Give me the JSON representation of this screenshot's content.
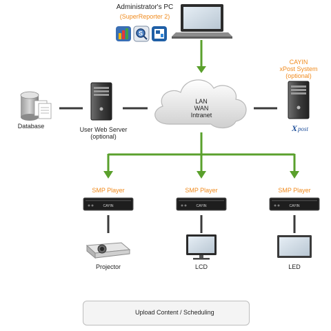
{
  "admin_pc": {
    "title": "Administrator's PC",
    "subtitle": "(SuperReporter 2)",
    "icons": [
      "chart-app-icon",
      "search-app-icon",
      "report-app-icon"
    ]
  },
  "database": {
    "label": "Database"
  },
  "web_server": {
    "label": "User Web Server",
    "note": "(optional)"
  },
  "network": {
    "line1": "LAN",
    "line2": "WAN",
    "line3": "Intranet"
  },
  "xpost": {
    "line1": "CAYIN",
    "line2": "xPost System",
    "line3": "(optional)",
    "logo": "xpost"
  },
  "players": [
    {
      "label": "SMP Player",
      "brand": "CAYIN",
      "display": "Projector"
    },
    {
      "label": "SMP Player",
      "brand": "CAYIN",
      "display": "LCD"
    },
    {
      "label": "SMP Player",
      "brand": "CAYIN",
      "display": "LED"
    }
  ],
  "legend": {
    "label": "Upload Content / Scheduling"
  },
  "colors": {
    "arrow": "#5aa02c",
    "accent": "#f08a1c",
    "line": "#3a3a3a"
  }
}
